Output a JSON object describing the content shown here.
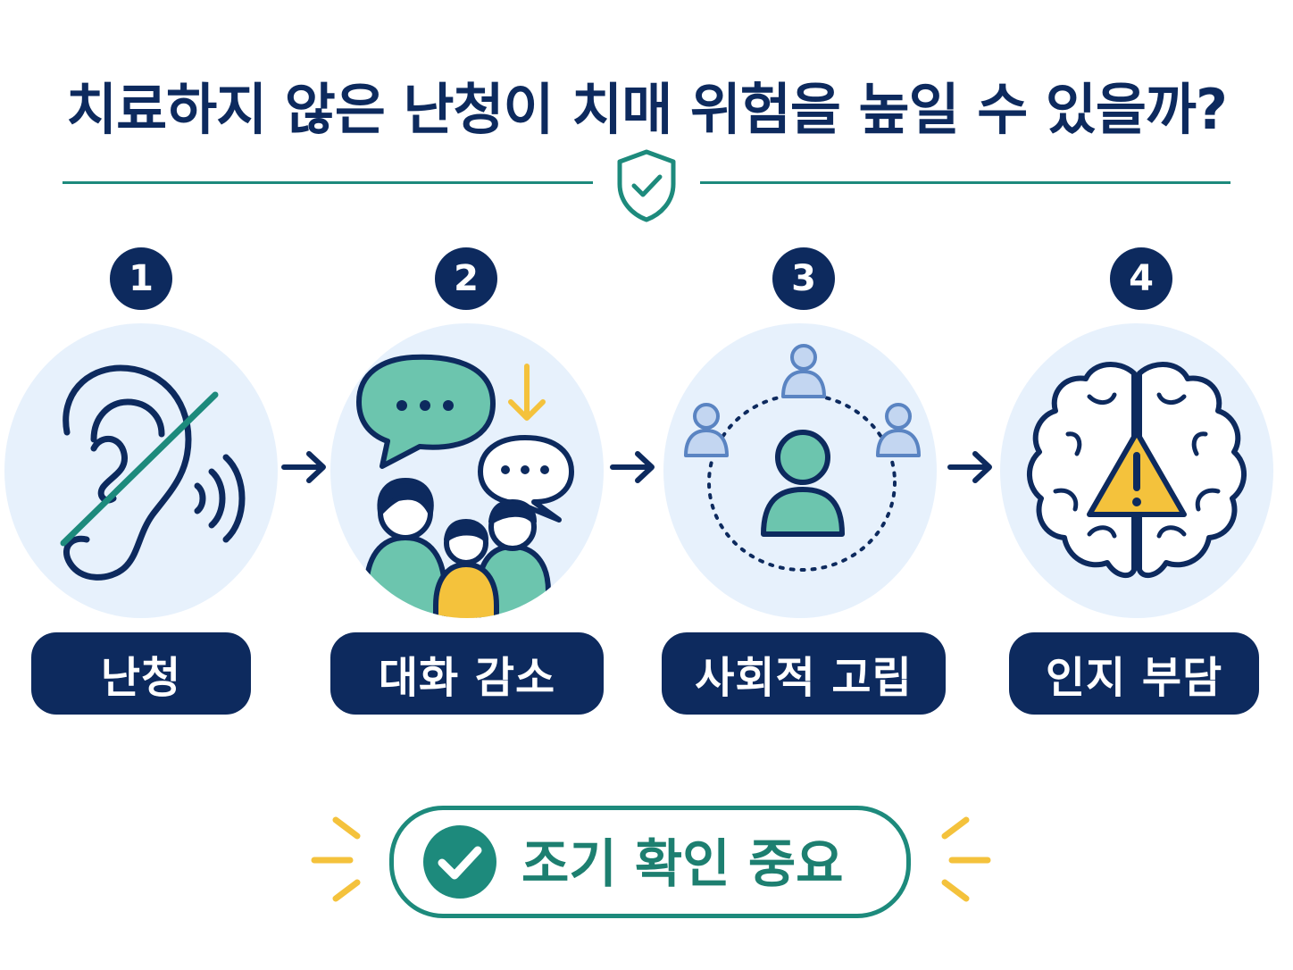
{
  "title": "치료하지 않은 난청이 치매 위험을 높일 수 있을까?",
  "colors": {
    "navy": "#0d2a5e",
    "teal": "#1d8a7c",
    "light_blue": "#e7f1fc",
    "mint": "#6cc5ae",
    "yellow": "#f4c23c"
  },
  "steps": [
    {
      "number": "1",
      "label": "난청",
      "icon": "ear-hearing-loss-icon"
    },
    {
      "number": "2",
      "label": "대화 감소",
      "icon": "conversation-decrease-icon"
    },
    {
      "number": "3",
      "label": "사회적 고립",
      "icon": "social-isolation-icon"
    },
    {
      "number": "4",
      "label": "인지 부담",
      "icon": "brain-warning-icon"
    }
  ],
  "cta": {
    "label": "조기 확인 중요",
    "icon": "check-circle-icon"
  }
}
